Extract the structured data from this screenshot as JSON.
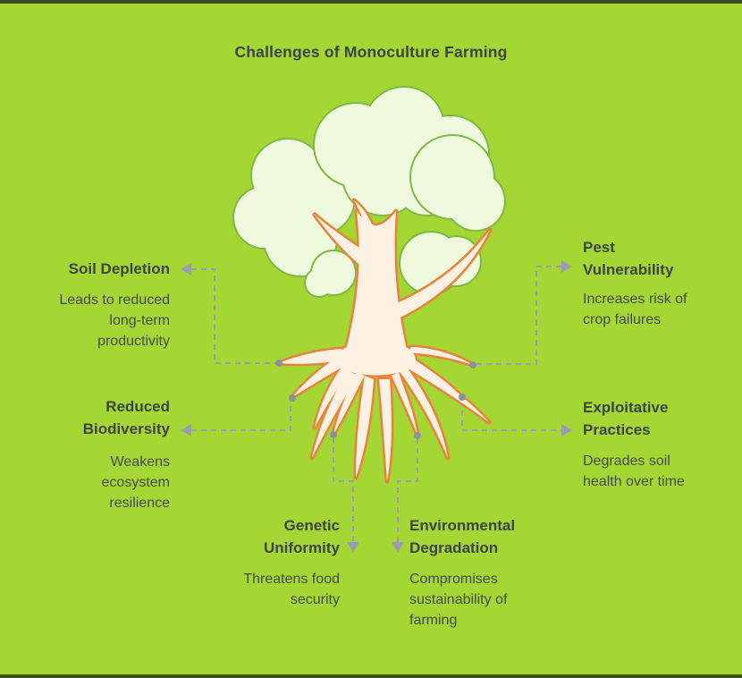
{
  "title": "Challenges of Monoculture Farming",
  "items": [
    {
      "label": "Soil Depletion",
      "description": "Leads to reduced long-term productivity"
    },
    {
      "label": "Pest Vulnerability",
      "description": "Increases risk of crop failures"
    },
    {
      "label": "Reduced Biodiversity",
      "description": "Weakens ecosystem resilience"
    },
    {
      "label": "Exploitative Practices",
      "description": "Degrades soil health over time"
    },
    {
      "label": "Genetic Uniformity",
      "description": "Threatens food security"
    },
    {
      "label": "Environmental Degradation",
      "description": "Compromises sustainability of farming"
    }
  ],
  "illustration": {
    "type": "tree-with-roots"
  },
  "colors": {
    "background": "#a4d733",
    "edge_strip": "#3c4f20",
    "heading_text": "#3e4347",
    "body_text": "#47494d",
    "connector": "#9b9bb2",
    "connector_dot": "#8d9299",
    "canopy_fill": "#eff9dd",
    "canopy_stroke": "#7cba45",
    "trunk_fill": "#fdf1e3",
    "trunk_stroke": "#e8833b"
  }
}
